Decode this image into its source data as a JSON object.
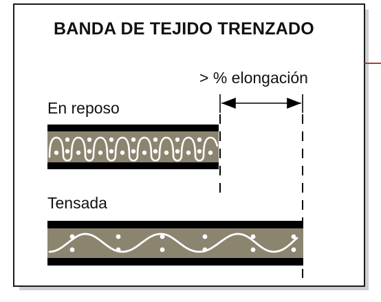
{
  "diagram": {
    "title": "BANDA DE TEJIDO TRENZADO",
    "elongation_label": "> % elongación",
    "rest_label": "En reposo",
    "tensed_label": "Tensada"
  },
  "colors": {
    "band_fill": "#8b8570",
    "band_edge": "#000000",
    "weave_line": "#ffffff",
    "accent_line": "#b03a3a"
  },
  "icons": {
    "dimension_arrow": "double-headed-arrow",
    "extent_markers": "dashed-vertical-lines"
  }
}
